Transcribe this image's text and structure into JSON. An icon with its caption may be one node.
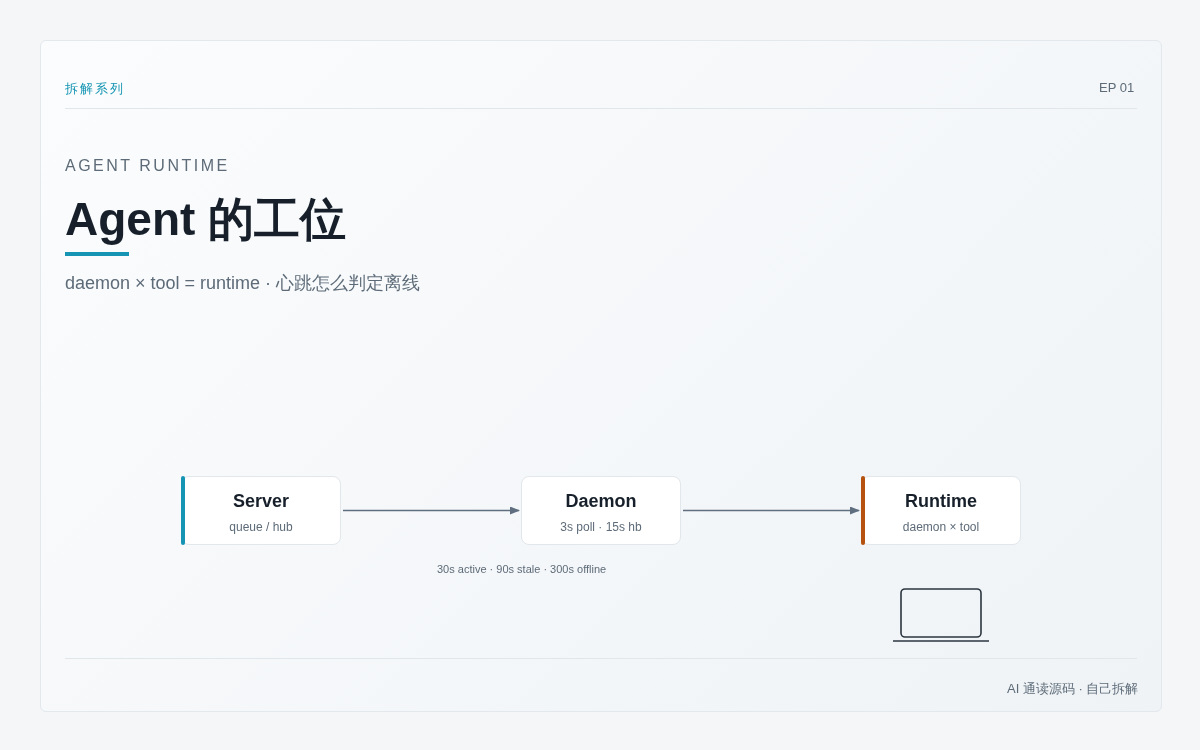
{
  "diagram": {
    "title": "Agent 的工位",
    "nodes": [
      {
        "text": [
          "Server",
          "queue / hub"
        ]
      },
      {
        "text": [
          "Daemon",
          "3s poll · 15s hb"
        ]
      },
      {
        "text": [
          "Runtime",
          "daemon × tool"
        ]
      }
    ],
    "edges": [
      {
        "from": 0,
        "to": 1,
        "arrow": "to"
      },
      {
        "from": 1,
        "to": 2,
        "arrow": "to"
      }
    ],
    "labels": [
      "拆解系列",
      "EP 01",
      "AGENT RUNTIME",
      "daemon × tool = runtime · 心跳怎么判定离线",
      "30s active · 90s stale · 300s offline",
      "AI 通读源码 · 自己拆解"
    ]
  }
}
